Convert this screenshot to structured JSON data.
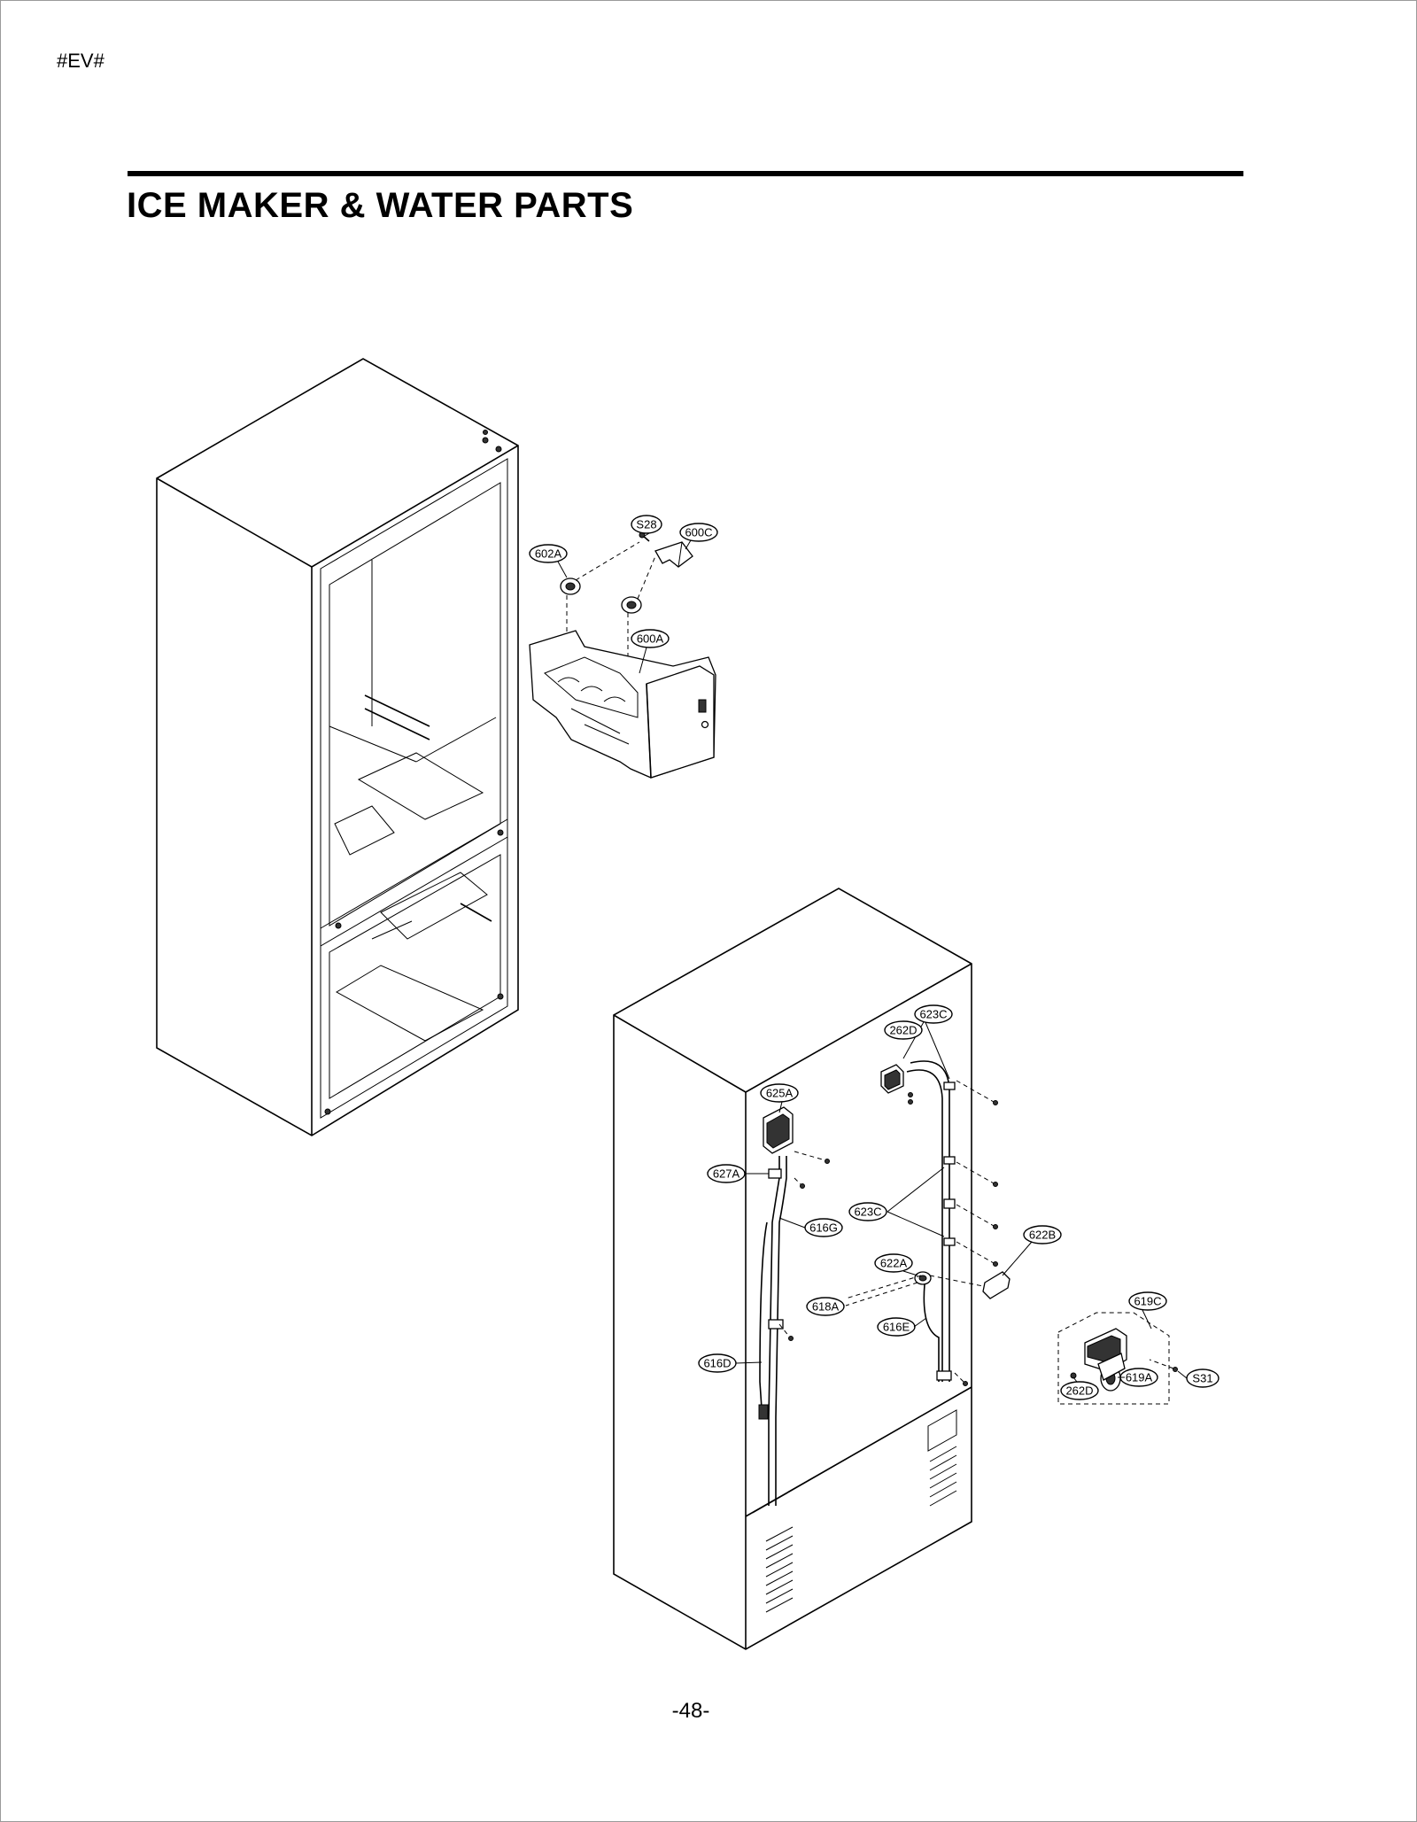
{
  "header": {
    "model_code": "#EV#"
  },
  "page": {
    "title": "ICE MAKER & WATER PARTS",
    "number": "-48-"
  },
  "callouts": {
    "s28": "S28",
    "c600c": "600C",
    "c602a": "602A",
    "c600a": "600A",
    "c623c_top": "623C",
    "c262d_top": "262D",
    "c625a": "625A",
    "c627a": "627A",
    "c616g": "616G",
    "c623c_mid": "623C",
    "c622b": "622B",
    "c622a": "622A",
    "c618a": "618A",
    "c616e": "616E",
    "c616d": "616D",
    "c619c": "619C",
    "c619a": "619A",
    "s31": "S31",
    "c262d_bottom": "262D"
  }
}
